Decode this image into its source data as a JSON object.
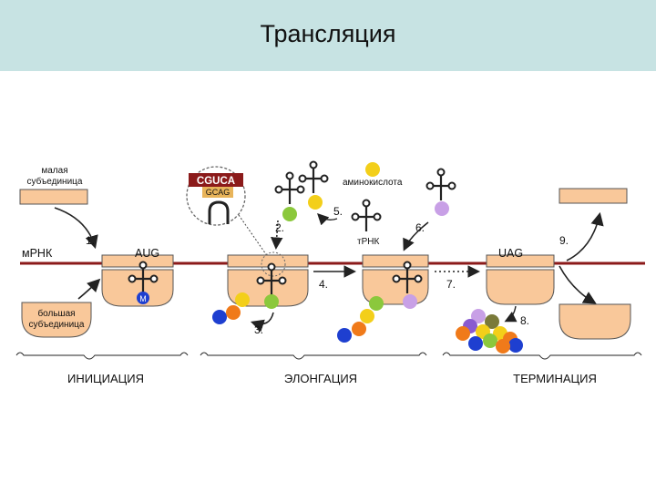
{
  "title": "Трансляция",
  "labels": {
    "small_subunit_top": "малая",
    "small_subunit_bottom": "субъединица",
    "large_subunit_top": "большая",
    "large_subunit_bottom": "субъединица",
    "mrna": "мРНК",
    "trna": "тРНК",
    "amino_acid": "аминокислота",
    "aug": "AUG",
    "uag": "UAG",
    "met": "M",
    "codon": "CGUCA",
    "anticodon": "GCAG",
    "step1": "1.",
    "step2": "2.",
    "step3": "3.",
    "step4": "4.",
    "step5": "5.",
    "step6": "6.",
    "step7": "7.",
    "step8": "8.",
    "step9": "9."
  },
  "stages": {
    "initiation": "ИНИЦИАЦИЯ",
    "elongation": "ЭЛОНГАЦИЯ",
    "termination": "ТЕРМИНАЦИЯ"
  },
  "colors": {
    "header_bg": "#c7e3e3",
    "mrna_line": "#8b1a1a",
    "ribosome": "#f9c89a",
    "ribosome_stroke": "#555555",
    "blue": "#1e3fd0",
    "orange": "#f07a1a",
    "yellow": "#f3cf1a",
    "green": "#8bc83c",
    "purple": "#c8a0e6"
  }
}
